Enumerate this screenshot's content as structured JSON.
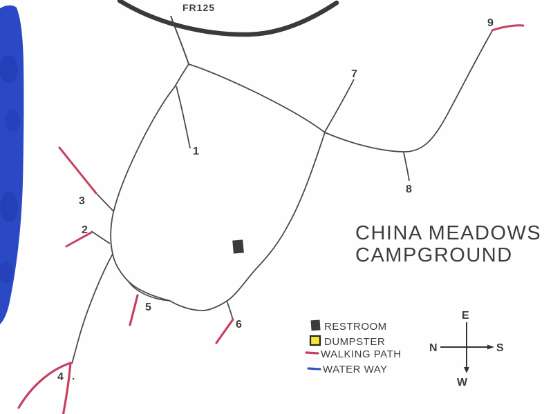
{
  "map": {
    "road_label": "FR125",
    "title": {
      "line1": "CHINA MEADOWS",
      "line2": "CAMPGROUND"
    },
    "site_labels": [
      "1",
      "2",
      "3",
      "4",
      "5",
      "6",
      "7",
      "8",
      "9"
    ]
  },
  "legend": {
    "items": [
      {
        "label": "RESTROOM",
        "swatch": "black-square",
        "color": "#3b3b3b"
      },
      {
        "label": "DUMPSTER",
        "swatch": "yellow-square",
        "color": "#f3e63a"
      },
      {
        "label": "WALKING PATH",
        "swatch": "red-line",
        "color": "#c7405f"
      },
      {
        "label": "WATER WAY",
        "swatch": "blue-line",
        "color": "#3a54c4"
      }
    ]
  },
  "compass": {
    "top": "E",
    "left": "N",
    "right": "S",
    "bottom": "W"
  },
  "colors": {
    "water": "#2b49c4",
    "water_shade": "#1c35a8",
    "walking_path": "#c7405f",
    "road_dark": "#3a3a3a",
    "line": "#4a4a4a",
    "text": "#3d3d3d"
  }
}
